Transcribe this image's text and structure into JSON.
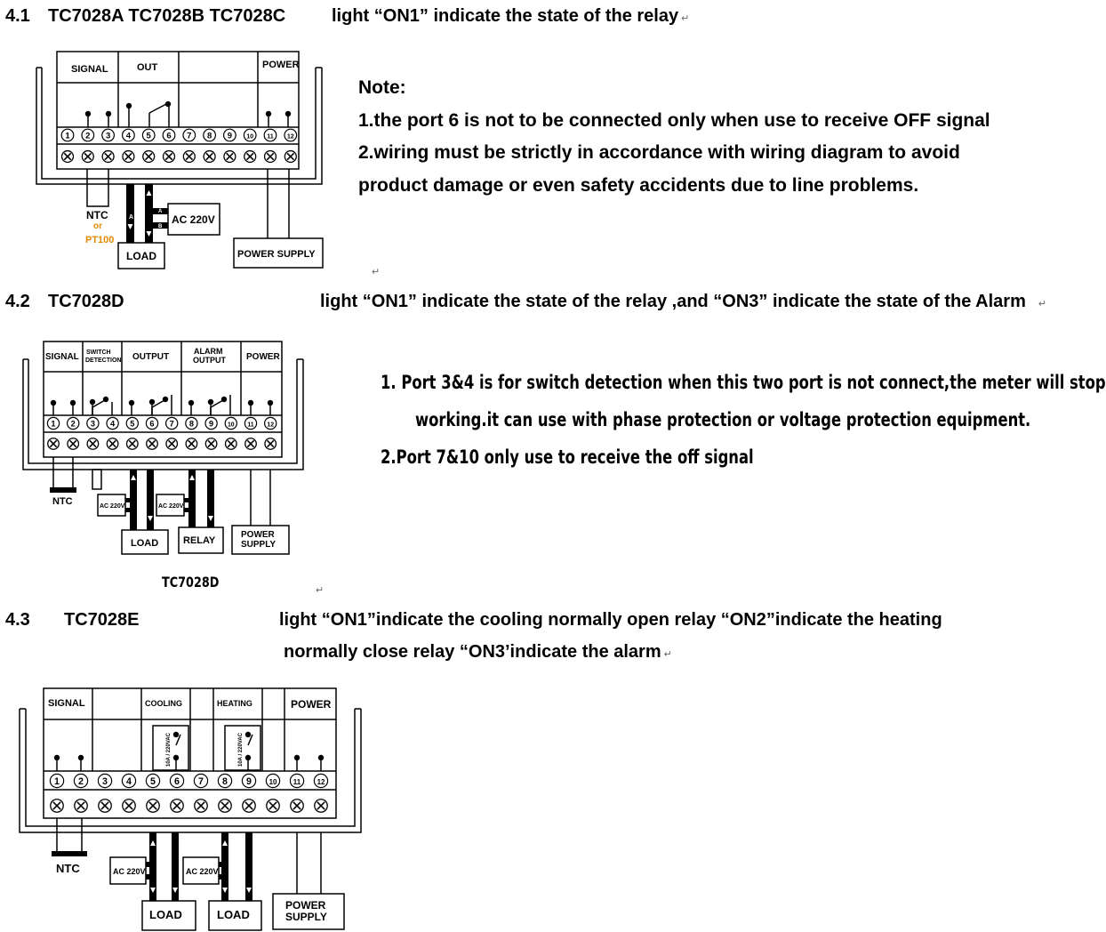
{
  "sections": [
    {
      "number": "4.1",
      "models": "TC7028A TC7028B TC7028C",
      "description": "light “ON1” indicate the state of the relay",
      "diagram": {
        "header_labels": [
          "SIGNAL",
          "OUT",
          "POWER"
        ],
        "terminal_numbers": [
          "1",
          "2",
          "3",
          "4",
          "5",
          "6",
          "7",
          "8",
          "9",
          "10",
          "11",
          "12"
        ],
        "sensor_label": "NTC",
        "sensor_or": "or",
        "sensor_alt": "PT100",
        "supply_label": "AC 220V",
        "wire_a": "A",
        "wire_b": "B",
        "load_label": "LOAD",
        "power_label": "POWER SUPPLY"
      },
      "note_title": "Note:",
      "notes": [
        "1.the port 6 is not to be connected only when use to receive OFF signal",
        "2.wiring must be strictly in accordance with wiring diagram to avoid",
        "product damage or even safety accidents due to line problems."
      ]
    },
    {
      "number": "4.2",
      "models": "TC7028D",
      "description": "light “ON1” indicate the state of the relay ,and “ON3” indicate the state of the Alarm",
      "diagram": {
        "header_labels": [
          "SIGNAL",
          "SWITCH",
          "DETECTION",
          "OUTPUT",
          "ALARM",
          "OUTPUT",
          "POWER"
        ],
        "terminal_numbers": [
          "1",
          "2",
          "3",
          "4",
          "5",
          "6",
          "7",
          "8",
          "9",
          "10",
          "11",
          "12"
        ],
        "sensor_label": "NTC",
        "supply_label_1": "AC 220V",
        "supply_label_2": "AC 220V",
        "load_label": "LOAD",
        "relay_label": "RELAY",
        "power_label_1": "POWER",
        "power_label_2": "SUPPLY",
        "caption": "TC7028D"
      },
      "notes": [
        "1.   Port 3&4 is for switch detection when this two port is not connect,the meter will stop",
        "working.it can use with phase protection or voltage protection equipment.",
        "2.Port 7&10 only use to receive the off signal"
      ]
    },
    {
      "number": "4.3",
      "models": "TC7028E",
      "description_1": "light “ON1”indicate the cooling normally open relay “ON2”indicate the heating",
      "description_2": "normally close relay “ON3’indicate the alarm",
      "diagram": {
        "header_labels": [
          "SIGNAL",
          "COOLING",
          "HEATING",
          "POWER"
        ],
        "relay_rating": "10A / 220VAC",
        "terminal_numbers": [
          "1",
          "2",
          "3",
          "4",
          "5",
          "6",
          "7",
          "8",
          "9",
          "10",
          "11",
          "12"
        ],
        "sensor_label": "NTC",
        "supply_label_1": "AC 220V",
        "supply_label_2": "AC 220V",
        "load_label_1": "LOAD",
        "load_label_2": "LOAD",
        "power_label_1": "POWER",
        "power_label_2": "SUPPLY"
      }
    }
  ]
}
